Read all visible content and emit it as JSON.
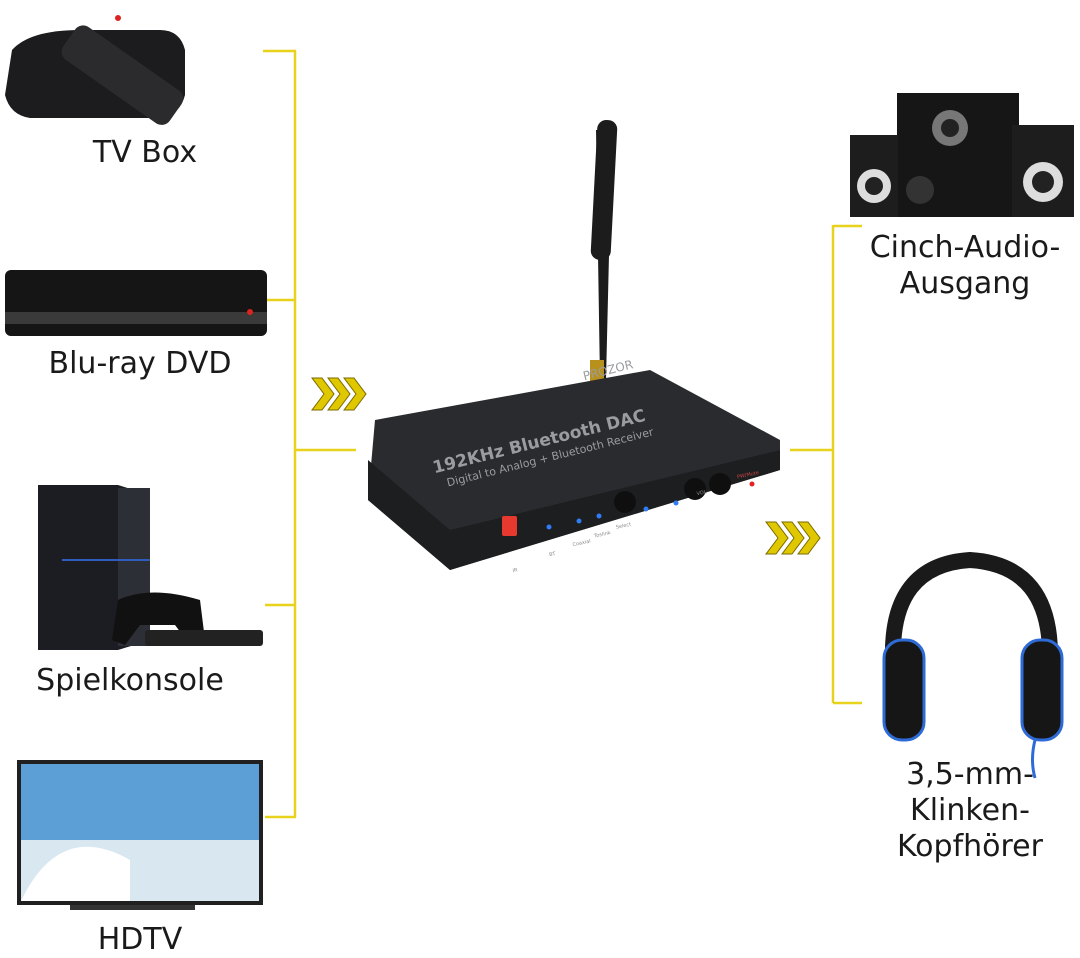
{
  "colors": {
    "connector_line": "#e8d21c",
    "arrow": "#e0c800",
    "device_body": "#2a2b2e",
    "led_blue": "#2f7df2",
    "led_red": "#e52222",
    "ir_window": "#e8392f"
  },
  "inputs": [
    {
      "label": "TV Box",
      "icon": "tv-box-with-remote"
    },
    {
      "label": "Blu-ray DVD",
      "icon": "blu-ray-player"
    },
    {
      "label": "Spielkonsole",
      "icon": "game-console"
    },
    {
      "label": "HDTV",
      "icon": "television"
    }
  ],
  "outputs": [
    {
      "label_lines": [
        "Cinch-Audio-",
        "Ausgang"
      ],
      "icon": "speaker-system"
    },
    {
      "label_lines": [
        "3,5-mm-",
        "Klinken-",
        "Kopfhörer"
      ],
      "icon": "headphones"
    }
  ],
  "device": {
    "brand": "PROZOR",
    "title": "192KHz Bluetooth DAC",
    "subtitle": "Digital to Analog + Bluetooth Receiver",
    "panel_labels": {
      "ir": "IR",
      "bt": "BT",
      "coaxial": "Coaxial",
      "toslink": "Toslink",
      "select": "Select",
      "vol": "VOL",
      "pw_mute": "PW/Mute"
    }
  }
}
